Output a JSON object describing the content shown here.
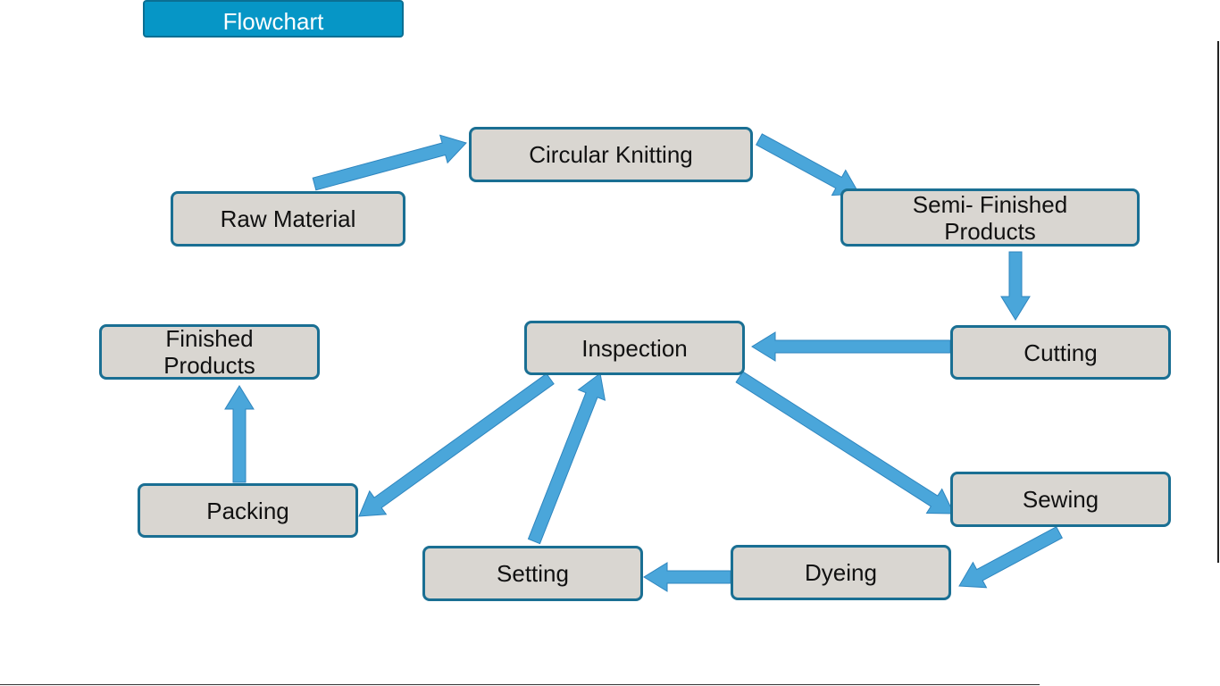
{
  "header": {
    "title": "Flowchart"
  },
  "nodes": {
    "raw_material": "Raw Material",
    "circular_knitting": "Circular Knitting",
    "semi_finished_line1": "Semi- Finished",
    "semi_finished_line2": "Products",
    "cutting": "Cutting",
    "inspection": "Inspection",
    "finished_line1": "Finished",
    "finished_line2": "Products",
    "packing": "Packing",
    "sewing": "Sewing",
    "dyeing": "Dyeing",
    "setting": "Setting"
  },
  "colors": {
    "title_bg": "#0696c6",
    "node_fill": "#d9d6d1",
    "node_border": "#1a6f93",
    "arrow": "#4aa6da"
  }
}
